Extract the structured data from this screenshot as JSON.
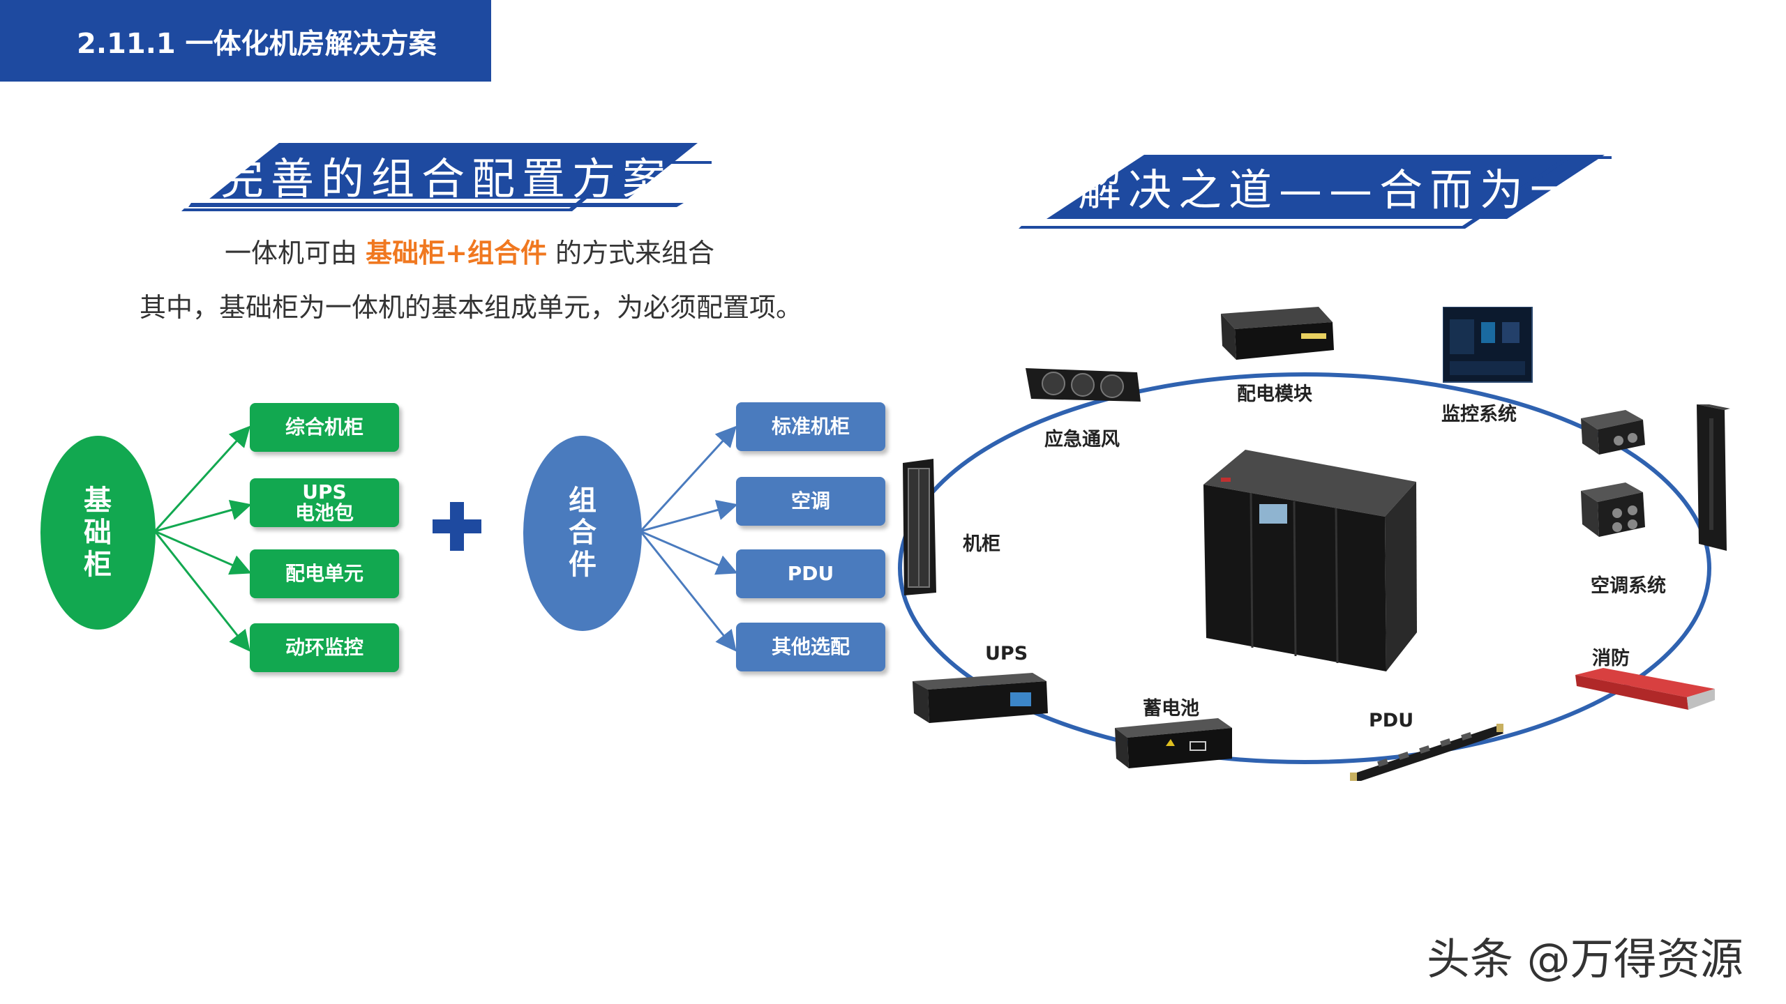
{
  "header": {
    "title": "2.11.1 一体化机房解决方案"
  },
  "left_banner": {
    "title": "完善的组合配置方案"
  },
  "right_banner": {
    "title": "解决之道——合而为一"
  },
  "intro": {
    "line1_prefix": "一体机可由",
    "line1_highlight": "基础柜+组合件",
    "line1_suffix": "的方式来组合",
    "line2": "其中，基础柜为一体机的基本组成单元，为必须配置项。"
  },
  "base_cabinet": {
    "label": "基\n础\n柜",
    "items": [
      {
        "label": "综合机柜"
      },
      {
        "label": "UPS\n电池包"
      },
      {
        "label": "配电单元"
      },
      {
        "label": "动环监控"
      }
    ]
  },
  "components": {
    "label": "组\n合\n件",
    "items": [
      {
        "label": "标准机柜"
      },
      {
        "label": "空调"
      },
      {
        "label": "PDU"
      },
      {
        "label": "其他选配"
      }
    ]
  },
  "ring": {
    "labels": {
      "fan": "应急通风",
      "power_module": "配电模块",
      "monitor": "监控系统",
      "cabinet": "机柜",
      "aircon": "空调系统",
      "ups": "UPS",
      "battery": "蓄电池",
      "pdu": "PDU",
      "fire": "消防"
    }
  },
  "colors": {
    "header": "#1e4aa0",
    "banner_blue": "#1e4aa0",
    "green": "#12a850",
    "steel_blue": "#4a7bbe",
    "highlight": "#f07820",
    "ring": "#2f62b0"
  },
  "watermark": "头条 @万得资源"
}
